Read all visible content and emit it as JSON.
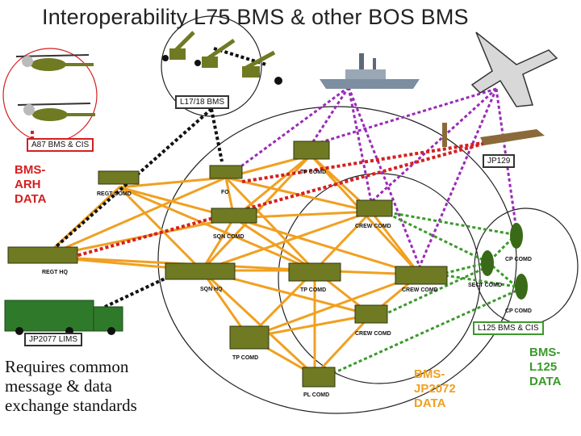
{
  "title": "Interoperability L75 BMS & other BOS BMS",
  "labels": {
    "a87": "A87 BMS & CIS",
    "l1718": "L17/18 BMS",
    "jp129": "JP129",
    "jp2077": "JP2077 LIMS",
    "l125box": "L125 BMS & CIS"
  },
  "units": {
    "regt_comd": "REGT COMD",
    "fo": "FO",
    "tp_comd_top": "TP COMD",
    "sqn_comd": "SQN COMD",
    "crew_comd_top": "CREW COMD",
    "regt_hq": "REGT HQ",
    "sqn_hq": "SQN HQ",
    "tp_comd_mid": "TP COMD",
    "crew_comd_mid": "CREW COMD",
    "sect_comd": "SECT COMD",
    "cp_comd_top": "CP COMD",
    "cp_comd_bot": "CP COMD",
    "crew_comd_bot": "CREW COMD",
    "tp_comd_bot": "TP COMD",
    "pl_comd": "PL COMD"
  },
  "data_labels": {
    "bms_arh": [
      "BMS-",
      "ARH",
      "DATA"
    ],
    "bms_jp2072": [
      "BMS-",
      "JP2072",
      "DATA"
    ],
    "bms_l125": [
      "BMS-",
      "L125",
      "DATA"
    ]
  },
  "note": [
    "Requires common",
    "message & data",
    "exchange standards"
  ],
  "colors": {
    "orange": "#f0a020",
    "purple": "#9a2ab8",
    "red": "#d42020",
    "green": "#3a9a2a",
    "black": "#111111",
    "olive": "#6f7a22"
  }
}
